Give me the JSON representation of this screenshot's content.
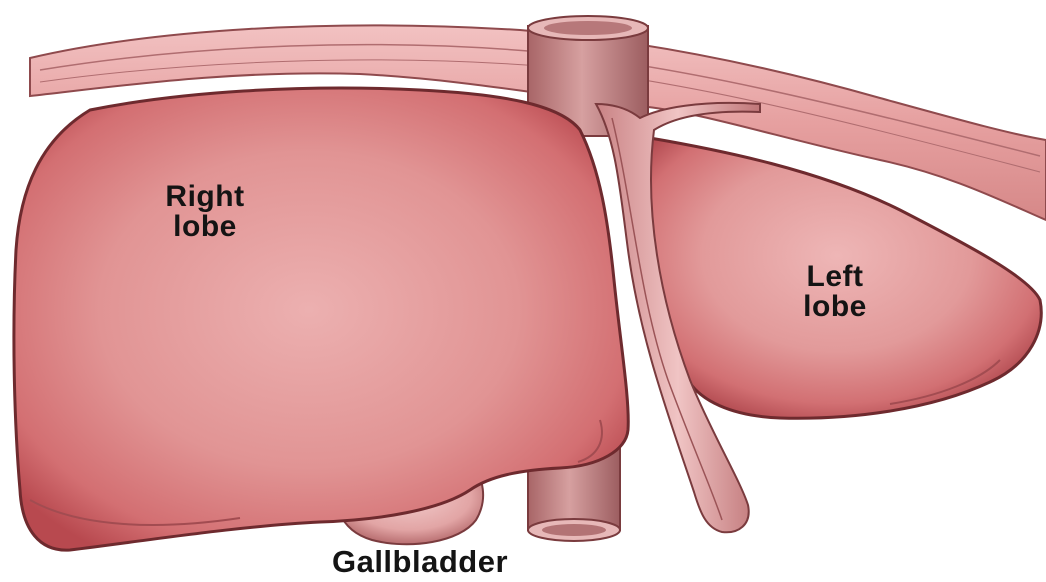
{
  "labels": {
    "right_lobe": [
      "Right",
      "lobe"
    ],
    "left_lobe": [
      "Left",
      "lobe"
    ],
    "gallbladder": "Gallbladder"
  },
  "colors": {
    "liver_fill": "#dc7b7e",
    "liver_outline": "#7a2f33",
    "ligament_fill": "#e8a9a9",
    "vessel_fill": "#c88a8a",
    "diaphragm_fill": "#e6a0a0",
    "text": "#141414",
    "background": "#ffffff"
  }
}
